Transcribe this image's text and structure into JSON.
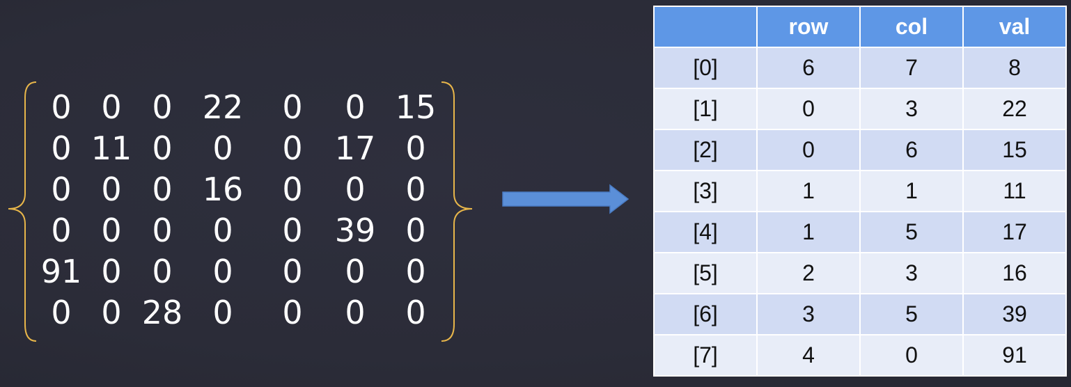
{
  "matrix": {
    "rows": [
      [
        "0",
        "0",
        "0",
        "22",
        "0",
        "0",
        "15"
      ],
      [
        "0",
        "11",
        "0",
        "0",
        "0",
        "17",
        "0"
      ],
      [
        "0",
        "0",
        "0",
        "16",
        "0",
        "0",
        "0"
      ],
      [
        "0",
        "0",
        "0",
        "0",
        "0",
        "39",
        "0"
      ],
      [
        "91",
        "0",
        "0",
        "0",
        "0",
        "0",
        "0"
      ],
      [
        "0",
        "0",
        "28",
        "0",
        "0",
        "0",
        "0"
      ]
    ],
    "brace_color": "#e8b64a"
  },
  "arrow": {
    "color": "#5b8fd8"
  },
  "table": {
    "headers": [
      "",
      "row",
      "col",
      "val"
    ],
    "rows": [
      [
        "[0]",
        "6",
        "7",
        "8"
      ],
      [
        "[1]",
        "0",
        "3",
        "22"
      ],
      [
        "[2]",
        "0",
        "6",
        "15"
      ],
      [
        "[3]",
        "1",
        "1",
        "11"
      ],
      [
        "[4]",
        "1",
        "5",
        "17"
      ],
      [
        "[5]",
        "2",
        "3",
        "16"
      ],
      [
        "[6]",
        "3",
        "5",
        "39"
      ],
      [
        "[7]",
        "4",
        "0",
        "91"
      ]
    ],
    "header_color": "#5e97e6",
    "row_colors": [
      "#d1dbf3",
      "#e8edf8"
    ]
  }
}
